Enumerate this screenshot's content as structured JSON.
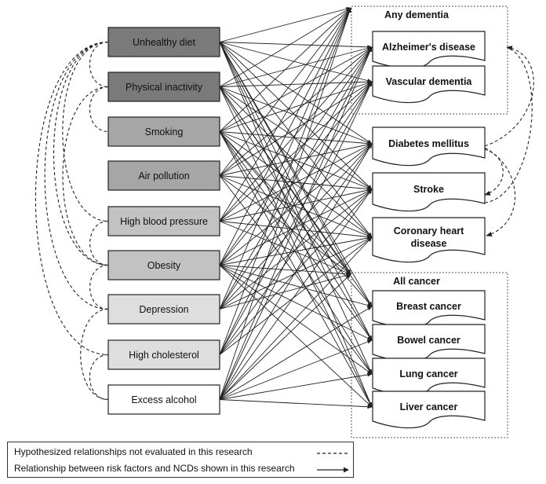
{
  "risk_factors": [
    {
      "id": "diet",
      "label": "Unhealthy diet",
      "fill": "#7a7a7a"
    },
    {
      "id": "inactivity",
      "label": "Physical inactivity",
      "fill": "#7a7a7a"
    },
    {
      "id": "smoking",
      "label": "Smoking",
      "fill": "#a6a6a6"
    },
    {
      "id": "air",
      "label": "Air pollution",
      "fill": "#a6a6a6"
    },
    {
      "id": "bp",
      "label": "High blood pressure",
      "fill": "#c2c2c2"
    },
    {
      "id": "obesity",
      "label": "Obesity",
      "fill": "#c2c2c2"
    },
    {
      "id": "depression",
      "label": "Depression",
      "fill": "#dedede"
    },
    {
      "id": "cholesterol",
      "label": "High cholesterol",
      "fill": "#dedede"
    },
    {
      "id": "alcohol",
      "label": "Excess alcohol",
      "fill": "#ffffff"
    }
  ],
  "dementia_group": {
    "title": "Any dementia",
    "items": [
      {
        "id": "alz",
        "label": "Alzheimer's disease"
      },
      {
        "id": "vasc",
        "label": "Vascular dementia"
      }
    ]
  },
  "cardiometabolic": [
    {
      "id": "diabetes",
      "label": "Diabetes mellitus",
      "lines": [
        "Diabetes mellitus"
      ]
    },
    {
      "id": "stroke",
      "label": "Stroke",
      "lines": [
        "Stroke"
      ]
    },
    {
      "id": "chd",
      "label": "Coronary heart disease",
      "lines": [
        "Coronary heart",
        "disease"
      ]
    }
  ],
  "cancer_group": {
    "title": "All cancer",
    "items": [
      {
        "id": "breast",
        "label": "Breast cancer"
      },
      {
        "id": "bowel",
        "label": "Bowel cancer"
      },
      {
        "id": "lung",
        "label": "Lung cancer"
      },
      {
        "id": "liver",
        "label": "Liver cancer"
      }
    ]
  },
  "relationships": {
    "diet": [
      "dementia_any",
      "alz",
      "vasc",
      "diabetes",
      "stroke",
      "chd",
      "cancer_any",
      "breast",
      "bowel",
      "lung",
      "liver"
    ],
    "inactivity": [
      "dementia_any",
      "alz",
      "vasc",
      "diabetes",
      "stroke",
      "chd",
      "cancer_any",
      "breast",
      "bowel",
      "liver"
    ],
    "smoking": [
      "dementia_any",
      "alz",
      "vasc",
      "diabetes",
      "stroke",
      "chd",
      "cancer_any",
      "breast",
      "bowel",
      "lung",
      "liver"
    ],
    "air": [
      "dementia_any",
      "alz",
      "vasc",
      "diabetes",
      "stroke",
      "chd",
      "cancer_any",
      "lung"
    ],
    "bp": [
      "dementia_any",
      "alz",
      "vasc",
      "diabetes",
      "stroke",
      "chd",
      "cancer_any"
    ],
    "obesity": [
      "dementia_any",
      "alz",
      "vasc",
      "diabetes",
      "stroke",
      "chd",
      "cancer_any",
      "breast",
      "bowel",
      "lung",
      "liver"
    ],
    "depression": [
      "dementia_any",
      "alz",
      "vasc",
      "diabetes",
      "stroke",
      "chd",
      "cancer_any"
    ],
    "cholesterol": [
      "dementia_any",
      "alz",
      "vasc",
      "diabetes",
      "stroke",
      "chd"
    ],
    "alcohol": [
      "dementia_any",
      "alz",
      "vasc",
      "diabetes",
      "stroke",
      "chd",
      "cancer_any",
      "breast",
      "bowel",
      "lung",
      "liver"
    ]
  },
  "hypothesized_links": [
    [
      "diet",
      "inactivity"
    ],
    [
      "diet",
      "bp"
    ],
    [
      "diet",
      "obesity"
    ],
    [
      "diet",
      "depression"
    ],
    [
      "diet",
      "cholesterol"
    ],
    [
      "inactivity",
      "smoking"
    ],
    [
      "inactivity",
      "obesity"
    ],
    [
      "bp",
      "obesity"
    ],
    [
      "obesity",
      "depression"
    ],
    [
      "depression",
      "alcohol"
    ],
    [
      "cholesterol",
      "alcohol"
    ]
  ],
  "legend": {
    "hypothesized": "Hypothesized relationships not evaluated in this research",
    "shown": "Relationship between risk factors and NCDs shown in this research"
  }
}
